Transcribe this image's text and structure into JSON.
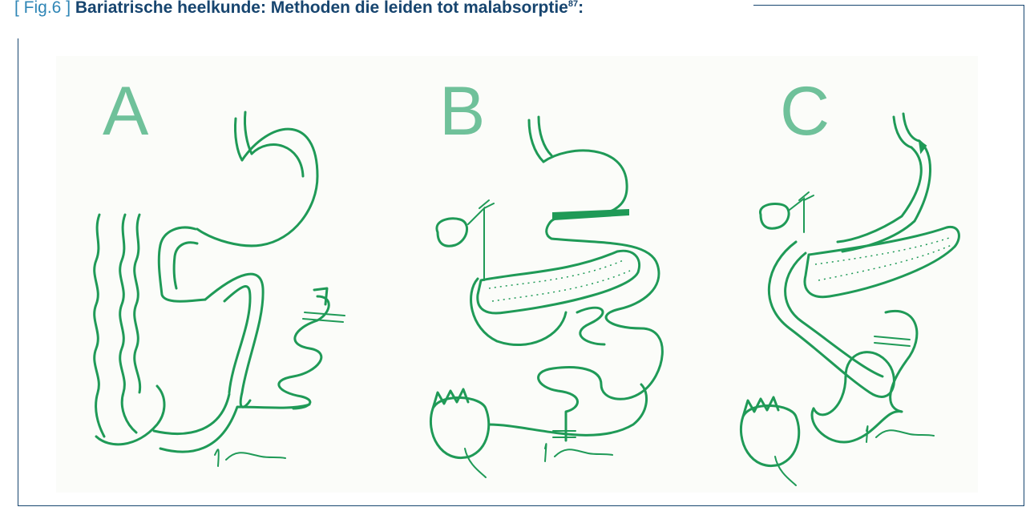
{
  "figure": {
    "number": "[ Fig.6 ]",
    "title": "Bariatrische heelkunde: Methoden die leiden tot malabsorptie",
    "reference": "87",
    "title_suffix": ":"
  },
  "panels": [
    {
      "letter": "A"
    },
    {
      "letter": "B"
    },
    {
      "letter": "C"
    }
  ],
  "colors": {
    "frame": "#17456f",
    "figure_number": "#2f86b6",
    "title": "#17456f",
    "panel_letter": "#6fc19a",
    "drawing_ink": "#1f9a57"
  }
}
